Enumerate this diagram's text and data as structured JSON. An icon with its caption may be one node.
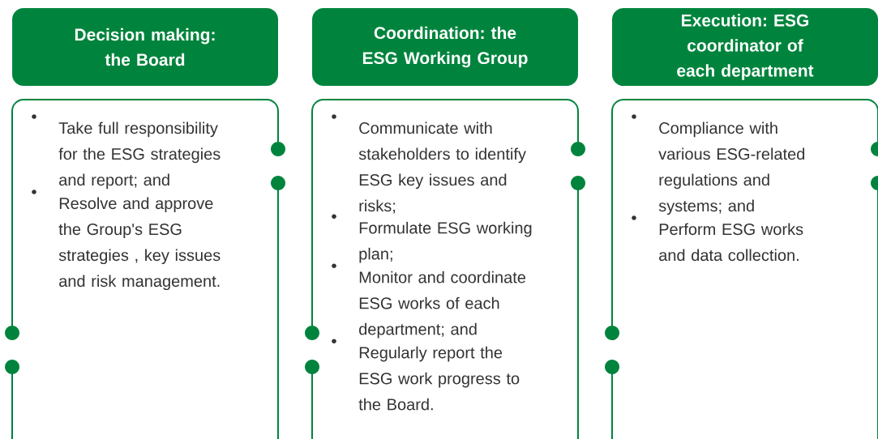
{
  "diagram": {
    "nodes": [
      {
        "text": [
          "Decision making: the Board"
        ]
      },
      {
        "text": [
          "Coordination: the ESG Working Group"
        ]
      },
      {
        "text": [
          "Execution: ESG coordinator of each department"
        ]
      },
      {
        "text": [
          "Take full responsibility for the ESG strategies and report; and",
          "Resolve and approve the Group's ESG strategies , key issues and risk management."
        ]
      },
      {
        "text": [
          "Communicate with stakeholders to identify ESG key issues and risks;",
          "Formulate ESG working plan;",
          "Monitor and coordinate ESG works of each department; and",
          "Regularly report the ESG work progress to the Board."
        ]
      },
      {
        "text": [
          "Compliance with various ESG-related regulations and systems; and",
          "Perform ESG works and data collection."
        ]
      }
    ]
  }
}
